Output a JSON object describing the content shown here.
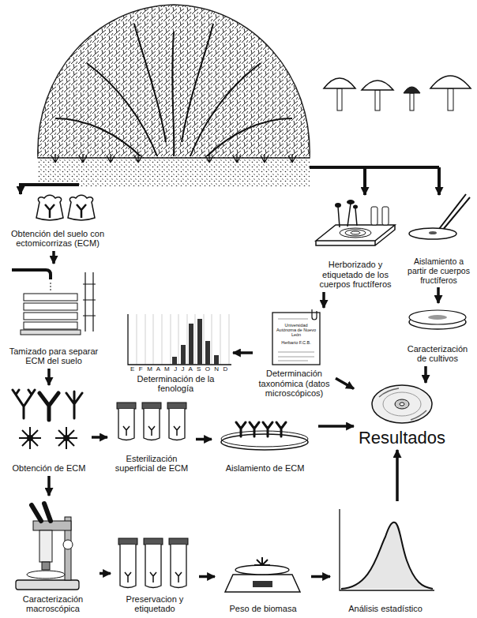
{
  "diagram": {
    "nodes": [
      {
        "text": [
          "Obtención del suelo con ectomicorrizas (ECM)"
        ]
      },
      {
        "text": [
          "Herborizado y etiquetado de los cuerpos fructíferos"
        ]
      },
      {
        "text": [
          "Aislamiento a partir de cuerpos fructíferos"
        ]
      },
      {
        "text": [
          "Tamizado para separar ECM del suelo"
        ]
      },
      {
        "text": [
          "Determinación de la fenología"
        ]
      },
      {
        "text": [
          "Determinación taxonómica (datos microscópicos)"
        ]
      },
      {
        "text": [
          "Caracterización de cultivos"
        ]
      },
      {
        "text": [
          "Obtención de ECM"
        ]
      },
      {
        "text": [
          "Esterilización superficial de ECM"
        ]
      },
      {
        "text": [
          "Aislamiento de ECM"
        ]
      },
      {
        "text": [
          "Resultados"
        ]
      },
      {
        "text": [
          "Caracterización macroscópica"
        ]
      },
      {
        "text": [
          "Preservacion y etiquetado"
        ]
      },
      {
        "text": [
          "Peso de biomasa"
        ]
      },
      {
        "text": [
          "Análisis estadístico"
        ]
      }
    ],
    "edges": [
      {
        "from": 0,
        "to": 3,
        "arrow": "to"
      },
      {
        "from": 3,
        "to": 7,
        "arrow": "to"
      },
      {
        "from": 7,
        "to": 11,
        "arrow": "to"
      },
      {
        "from": 7,
        "to": 8,
        "arrow": "to"
      },
      {
        "from": 8,
        "to": 9,
        "arrow": "to"
      },
      {
        "from": 9,
        "to": 10,
        "arrow": "to"
      },
      {
        "from": 11,
        "to": 12,
        "arrow": "to"
      },
      {
        "from": 12,
        "to": 13,
        "arrow": "to"
      },
      {
        "from": 13,
        "to": 14,
        "arrow": "to"
      },
      {
        "from": 14,
        "to": 10,
        "arrow": "to"
      },
      {
        "from": 1,
        "to": 5,
        "arrow": "to"
      },
      {
        "from": 5,
        "to": 4,
        "arrow": "to"
      },
      {
        "from": 5,
        "to": 10,
        "arrow": "to"
      },
      {
        "from": 2,
        "to": 6,
        "arrow": "to"
      },
      {
        "from": 6,
        "to": 10,
        "arrow": "to"
      }
    ],
    "labels": [
      "E F M A M J J A S O N D",
      "Universidad Autónoma de Nuevo León",
      "Herbario F.C.B."
    ]
  }
}
